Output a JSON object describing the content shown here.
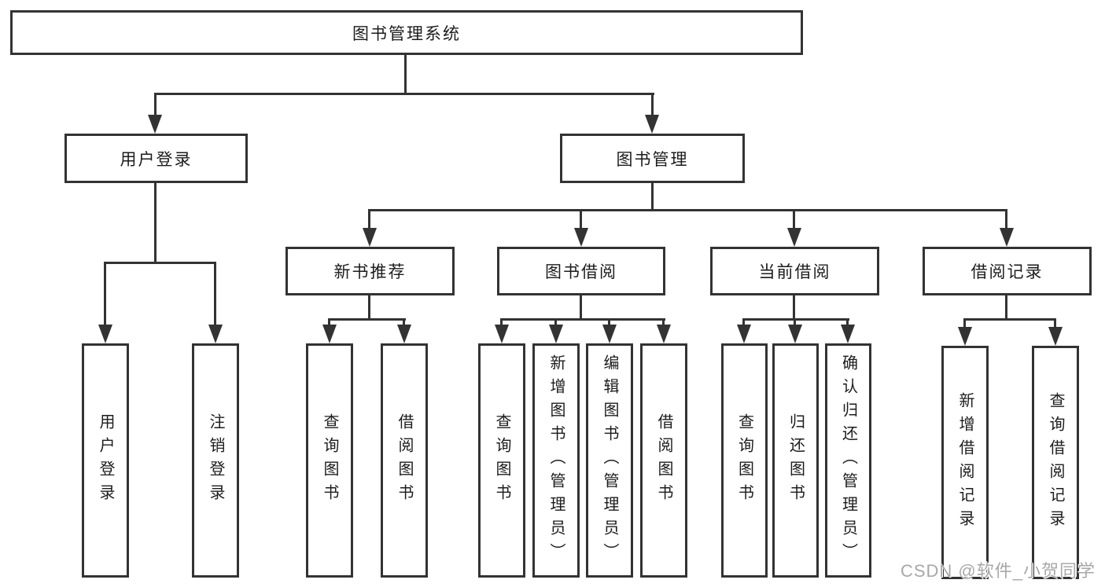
{
  "colors": {
    "line": "#333333",
    "text": "#1c1c1c",
    "background": "#ffffff",
    "watermark": "#a8a8a8"
  },
  "watermark": {
    "text": "CSDN @软件_小贺同学"
  },
  "diagram": {
    "type": "hierarchy-tree",
    "root": {
      "label": "图书管理系统",
      "children": [
        {
          "label": "用户登录",
          "children": [
            {
              "label": "用户登录"
            },
            {
              "label": "注销登录"
            }
          ]
        },
        {
          "label": "图书管理",
          "children": [
            {
              "label": "新书推荐",
              "children": [
                {
                  "label": "查询图书"
                },
                {
                  "label": "借阅图书"
                }
              ]
            },
            {
              "label": "图书借阅",
              "children": [
                {
                  "label": "查询图书"
                },
                {
                  "label": "新增图书（管理员）"
                },
                {
                  "label": "编辑图书（管理员）"
                },
                {
                  "label": "借阅图书"
                }
              ]
            },
            {
              "label": "当前借阅",
              "children": [
                {
                  "label": "查询图书"
                },
                {
                  "label": "归还图书"
                },
                {
                  "label": "确认归还（管理员）"
                }
              ]
            },
            {
              "label": "借阅记录",
              "children": [
                {
                  "label": "新增借阅记录"
                },
                {
                  "label": "查询借阅记录"
                }
              ]
            }
          ]
        }
      ]
    }
  }
}
